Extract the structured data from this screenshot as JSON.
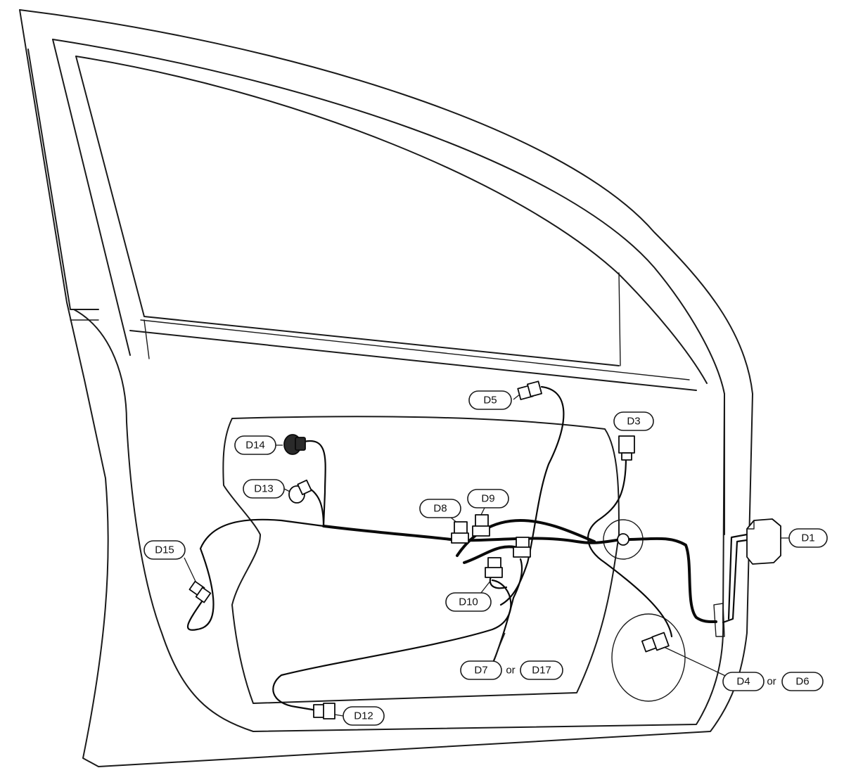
{
  "diagram": {
    "labels": {
      "d1": "D1",
      "d3": "D3",
      "d4": "D4",
      "d5": "D5",
      "d6": "D6",
      "d7": "D7",
      "d8": "D8",
      "d9": "D9",
      "d10": "D10",
      "d12": "D12",
      "d13": "D13",
      "d14": "D14",
      "d15": "D15",
      "d17": "D17",
      "or_1": "or",
      "or_2": "or"
    }
  }
}
